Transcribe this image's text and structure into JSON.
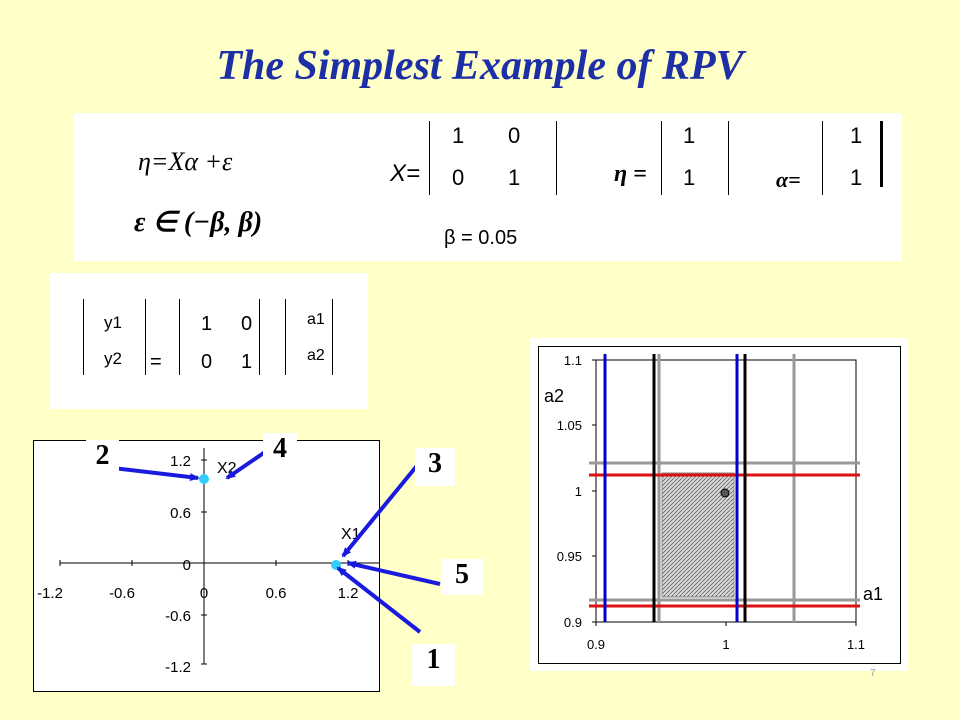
{
  "title": "The Simplest Example of RPV",
  "equation_panel": {
    "model_eq": "η=Xα +ε",
    "error_eq": "ε ∈ (−β, β)",
    "x_label": "X=",
    "x_matrix": [
      [
        "1",
        "0"
      ],
      [
        "0",
        "1"
      ]
    ],
    "eta_label": "η =",
    "eta_vector": [
      "1",
      "1"
    ],
    "alpha_label": "α=",
    "alpha_vector": [
      "1",
      "1"
    ],
    "beta_eq": "β  = 0.05"
  },
  "matrix_panel": {
    "y_vector": [
      "y1",
      "y2"
    ],
    "equals": "=",
    "matrix": [
      [
        "1",
        "0"
      ],
      [
        "0",
        "1"
      ]
    ],
    "a_vector": [
      "a1",
      "a2"
    ]
  },
  "left_plot": {
    "x_ticks": [
      "-1.2",
      "-0.6",
      "0",
      "0.6",
      "1.2"
    ],
    "y_ticks": [
      "1.2",
      "0.6",
      "0",
      "-0.6",
      "-1.2"
    ],
    "points": [
      {
        "label": "X2",
        "x": 0,
        "y": 1
      },
      {
        "label": "X1",
        "x": 1,
        "y": 0
      }
    ],
    "point_color": "#33ccff",
    "arrow_color": "#1a1adf",
    "callouts": [
      "1",
      "2",
      "3",
      "4",
      "5"
    ]
  },
  "right_plot": {
    "x_ticks": [
      "0.9",
      "1",
      "1.1"
    ],
    "y_ticks": [
      "1.1",
      "1.05",
      "1",
      "0.95",
      "0.9"
    ],
    "xlabel": "a1",
    "ylabel": "a2",
    "ranges": {
      "x": [
        0.9,
        1.1
      ],
      "y": [
        0.9,
        1.1
      ]
    },
    "point": {
      "a1": 1,
      "a2": 1
    },
    "colors": {
      "blue": "#0000cc",
      "black": "#000000",
      "gray": "#999999",
      "red": "#dd1111"
    }
  },
  "page_number": "7"
}
